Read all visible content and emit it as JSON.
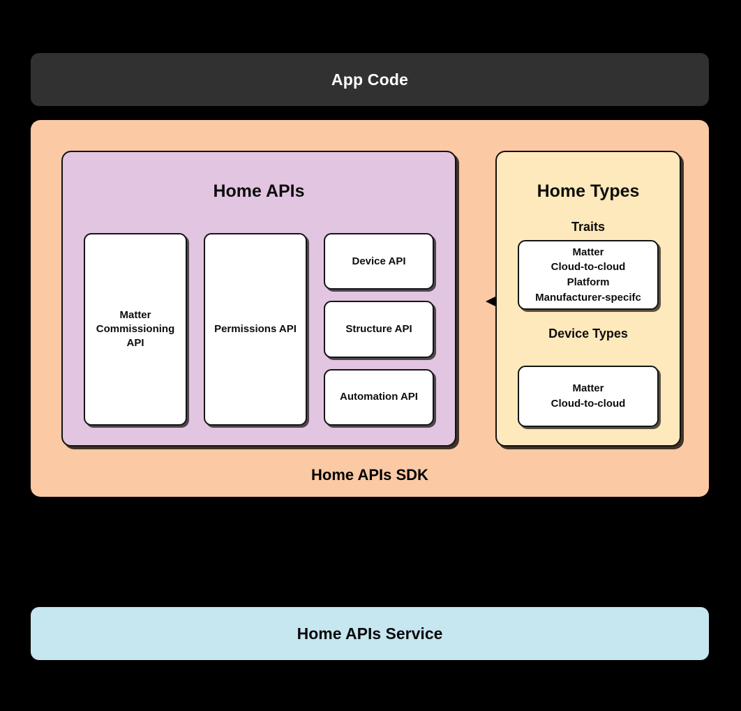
{
  "diagram": {
    "background_color": "#000000",
    "app_code": {
      "label": "App Code",
      "background_color": "#313131",
      "text_color": "#ffffff"
    },
    "sdk": {
      "label": "Home APIs SDK",
      "background_color": "#fcc9a5"
    },
    "home_apis": {
      "title": "Home APIs",
      "background_color": "#e2c5e1",
      "cards": [
        {
          "label": "Matter\nCommissioning\nAPI"
        },
        {
          "label": "Permissions API"
        },
        {
          "label": "Device API"
        },
        {
          "label": "Structure API"
        },
        {
          "label": "Automation API"
        }
      ]
    },
    "home_types": {
      "title": "Home Types",
      "background_color": "#fde9bb",
      "traits": {
        "label": "Traits",
        "items": "Matter\nCloud-to-cloud\nPlatform\nManufacturer-specifc"
      },
      "device_types": {
        "label": "Device Types",
        "items": "Matter\nCloud-to-cloud"
      }
    },
    "connector": {
      "icon": "double-arrow-icon",
      "color": "#000000"
    },
    "service": {
      "label": "Home APIs Service",
      "background_color": "#c6e6f0"
    }
  }
}
